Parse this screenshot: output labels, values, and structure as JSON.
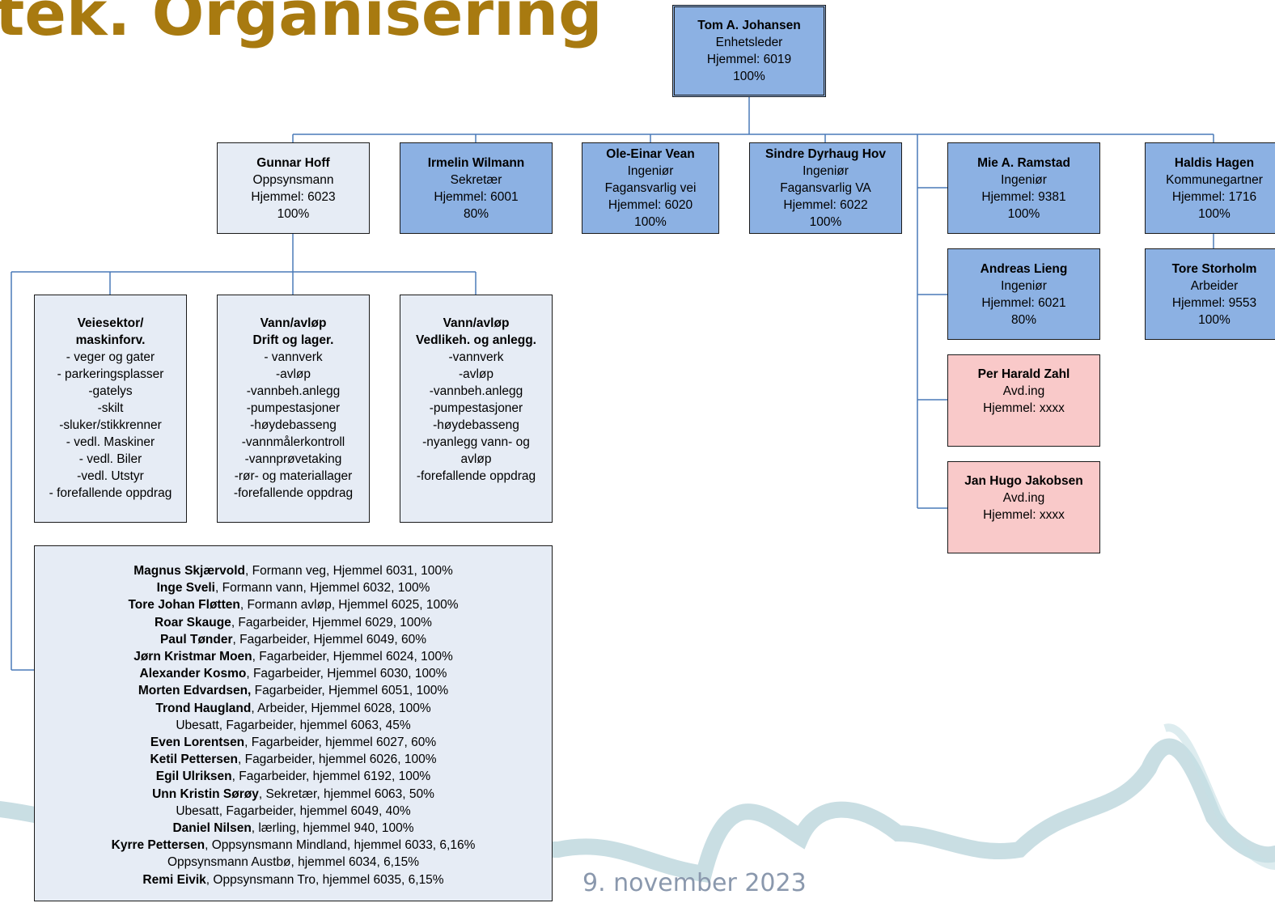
{
  "page": {
    "title": "tek. Organisering",
    "date": "9. november 2023"
  },
  "colors": {
    "title": "#a87a10",
    "manager_box": "#8cb1e3",
    "pale_box": "#e6ecf5",
    "vacancy_box": "#f9c9c9",
    "connector": "#4a7ab8"
  },
  "leader": {
    "name": "Tom A. Johansen",
    "role": "Enhetsleder",
    "position": "Hjemmel: 6019",
    "percent": "100%"
  },
  "row1": [
    {
      "name": "Gunnar Hoff",
      "role": "Oppsynsmann",
      "position": "Hjemmel: 6023",
      "percent": "100%"
    },
    {
      "name": "Irmelin Wilmann",
      "role": "Sekretær",
      "position": "Hjemmel: 6001",
      "percent": "80%"
    },
    {
      "name": "Ole-Einar Vean",
      "role": "Ingeniør",
      "role2": "Fagansvarlig vei",
      "position": "Hjemmel: 6020",
      "percent": "100%"
    },
    {
      "name": "Sindre Dyrhaug Hov",
      "role": "Ingeniør",
      "role2": "Fagansvarlig VA",
      "position": "Hjemmel: 6022",
      "percent": "100%"
    },
    {
      "name": "Mie A. Ramstad",
      "role": "Ingeniør",
      "position": "Hjemmel: 9381",
      "percent": "100%"
    },
    {
      "name": "Haldis Hagen",
      "role": "Kommunegartner",
      "position": "Hjemmel: 1716",
      "percent": "100%"
    }
  ],
  "engineers": [
    {
      "name": "Andreas Lieng",
      "role": "Ingeniør",
      "position": "Hjemmel: 6021",
      "percent": "80%"
    },
    {
      "name": "Per Harald Zahl",
      "role": "Avd.ing",
      "position": "Hjemmel: xxxx"
    },
    {
      "name": "Jan Hugo Jakobsen",
      "role": "Avd.ing",
      "position": "Hjemmel: xxxx"
    }
  ],
  "gardener_staff": {
    "name": "Tore Storholm",
    "role": "Arbeider",
    "position": "Hjemmel: 9553",
    "percent": "100%"
  },
  "sections": [
    {
      "title1": "Veiesektor/",
      "title2": "maskinforv.",
      "items": [
        "- veger og gater",
        "- parkeringsplasser",
        "-gatelys",
        "-skilt",
        "-sluker/stikkrenner",
        "- vedl. Maskiner",
        "- vedl. Biler",
        "-vedl. Utstyr",
        "- forefallende oppdrag"
      ]
    },
    {
      "title1": "Vann/avløp",
      "title2": "Drift og lager.",
      "items": [
        "- vannverk",
        "-avløp",
        "-vannbeh.anlegg",
        "-pumpestasjoner",
        "-høydebasseng",
        "-vannmålerkontroll",
        "-vannprøvetaking",
        "-rør- og materiallager",
        "-forefallende oppdrag"
      ]
    },
    {
      "title1": "Vann/avløp",
      "title2": "Vedlikeh. og anlegg.",
      "items": [
        "-vannverk",
        "-avløp",
        "-vannbeh.anlegg",
        "-pumpestasjoner",
        "-høydebasseng",
        "-nyanlegg vann- og",
        "avløp",
        "-forefallende oppdrag"
      ]
    }
  ],
  "staff": [
    {
      "name": "Magnus Skjærvold",
      "rest": ", Formann veg, Hjemmel 6031, 100%"
    },
    {
      "name": "Inge Sveli",
      "rest": ", Formann vann, Hjemmel 6032, 100%"
    },
    {
      "name": "Tore Johan Fløtten",
      "rest": ", Formann avløp, Hjemmel 6025, 100%"
    },
    {
      "name": "Roar Skauge",
      "rest": ", Fagarbeider, Hjemmel 6029, 100%"
    },
    {
      "name": "Paul Tønder",
      "rest": ", Fagarbeider, Hjemmel 6049, 60%"
    },
    {
      "name": "Jørn Kristmar Moen",
      "rest": ", Fagarbeider, Hjemmel 6024, 100%"
    },
    {
      "name": "Alexander Kosmo",
      "rest": ", Fagarbeider, Hjemmel 6030, 100%"
    },
    {
      "name": "Morten Edvardsen,",
      "rest": " Fagarbeider, Hjemmel 6051, 100%"
    },
    {
      "name": "Trond Haugland",
      "rest": ", Arbeider, Hjemmel 6028, 100%"
    },
    {
      "name": "",
      "rest": "Ubesatt, Fagarbeider, hjemmel 6063, 45%"
    },
    {
      "name": "Even Lorentsen",
      "rest": ", Fagarbeider, hjemmel 6027, 60%"
    },
    {
      "name": "Ketil Pettersen",
      "rest": ", Fagarbeider, hjemmel 6026, 100%"
    },
    {
      "name": "Egil Ulriksen",
      "rest": ", Fagarbeider, hjemmel 6192, 100%"
    },
    {
      "name": "Unn Kristin Sørøy",
      "rest": ", Sekretær, hjemmel 6063, 50%"
    },
    {
      "name": "",
      "rest": "Ubesatt, Fagarbeider, hjemmel 6049, 40%"
    },
    {
      "name": "Daniel Nilsen",
      "rest": ", lærling, hjemmel 940, 100%"
    },
    {
      "name": "Kyrre Pettersen",
      "rest": ", Oppsynsmann Mindland, hjemmel 6033, 6,16%"
    },
    {
      "name": "",
      "rest": "Oppsynsmann Austbø, hjemmel 6034, 6,15%"
    },
    {
      "name": "Remi Eivik",
      "rest": ", Oppsynsmann Tro, hjemmel 6035, 6,15%"
    }
  ]
}
